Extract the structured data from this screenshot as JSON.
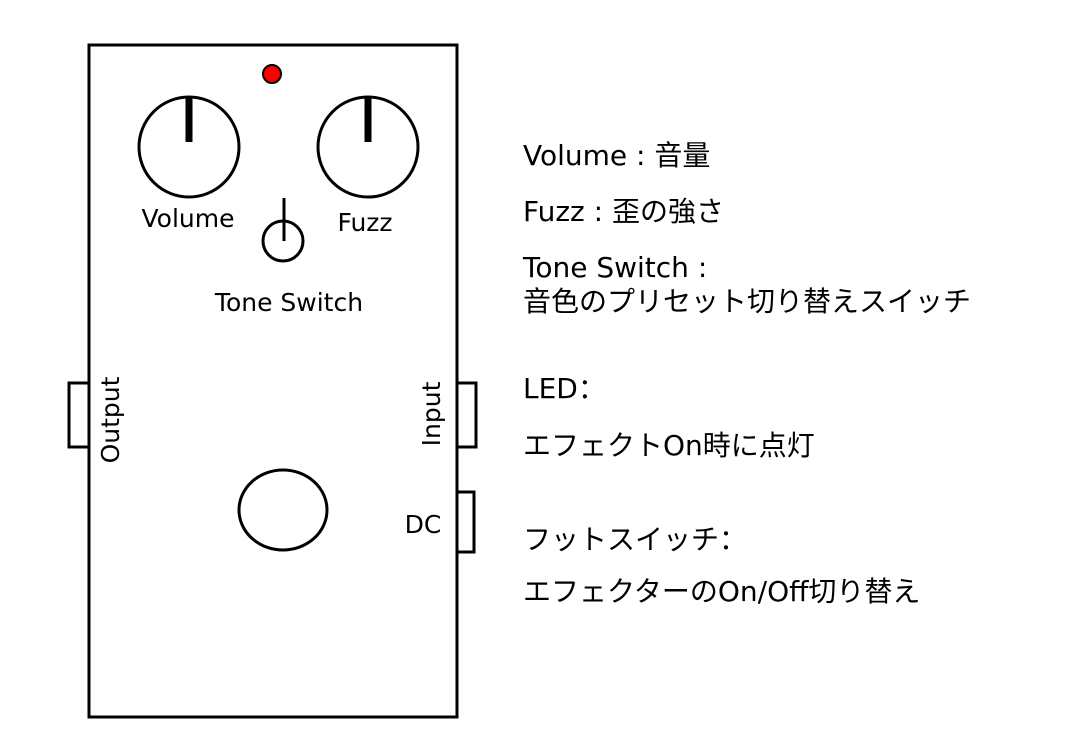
{
  "pedal": {
    "labels": {
      "volume": "Volume",
      "fuzz": "Fuzz",
      "tone_switch": "Tone Switch",
      "output": "Output",
      "input": "Input",
      "dc": "DC"
    },
    "colors": {
      "led": "#ff0000",
      "outline": "#000000",
      "background": "#ffffff"
    }
  },
  "legend": {
    "volume": "Volume : 音量",
    "fuzz": "Fuzz : 歪の強さ",
    "tone_switch_title": "Tone Switch :",
    "tone_switch_desc": "音色のプリセット切り替えスイッチ",
    "led_title": "LED：",
    "led_desc": "エフェクトOn時に点灯",
    "footswitch_title": "フットスイッチ：",
    "footswitch_desc": "エフェクターのOn/Off切り替え"
  }
}
